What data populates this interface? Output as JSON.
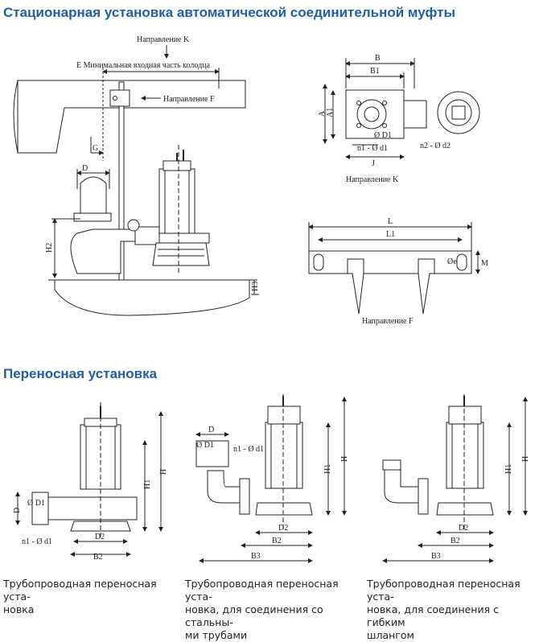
{
  "sections": {
    "stationary_title": "Стационарная установка автоматической соединительной муфты",
    "portable_title": "Переносная установка"
  },
  "labels": {
    "dir_k_top": "Направление K",
    "min_inlet": "E Минимальная входная часть колодца",
    "dir_f_arrow": "Направление F",
    "dir_k_caption": "Направление K",
    "dir_f_caption": "Направление F",
    "G": "G",
    "D": "D",
    "H2": "H2",
    "H3": "H3",
    "B": "B",
    "B1": "B1",
    "A": "A",
    "A1": "A1",
    "phiD1": "Ø D1",
    "n1d1": "n1 - Ø d1",
    "n2d2": "n2 - Ø d2",
    "J": "J",
    "L": "L",
    "L1": "L1",
    "phie": "Øe",
    "M": "M",
    "H": "H",
    "H1": "H1",
    "D2": "D2",
    "B2": "B2",
    "B3": "B3",
    "pD": "D",
    "pD1": "Ø D1",
    "pn1d1": "n1 - Ø d1",
    "sD": "D",
    "sD1": "Ø D1",
    "sn1d1": "n1 - Ø d1"
  },
  "captions": {
    "c1": [
      "Трубопроводная переносная уста-",
      "новка"
    ],
    "c2": [
      "Трубопроводная переносная устa-",
      "новка, для соединения со стальны-",
      "ми трубами"
    ],
    "c3": [
      "Трубопроводная переносная уста-",
      "новка, для соединения с гибким",
      "шлангом"
    ]
  },
  "colors": {
    "heading": "#1f5fa8",
    "line": "#222222"
  }
}
